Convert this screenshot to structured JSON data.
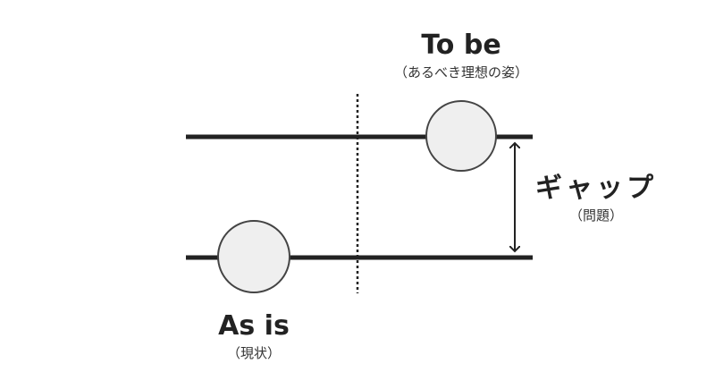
{
  "to_be": {
    "title": "To be",
    "subtitle": "（あるべき理想の姿）"
  },
  "gap": {
    "title": "ギャップ",
    "subtitle": "（問題）"
  },
  "as_is": {
    "title": "As is",
    "subtitle": "（現状）"
  },
  "colors": {
    "line": "#222222",
    "circle_fill": "#efefef",
    "circle_stroke": "#444444",
    "background": "#ffffff"
  }
}
